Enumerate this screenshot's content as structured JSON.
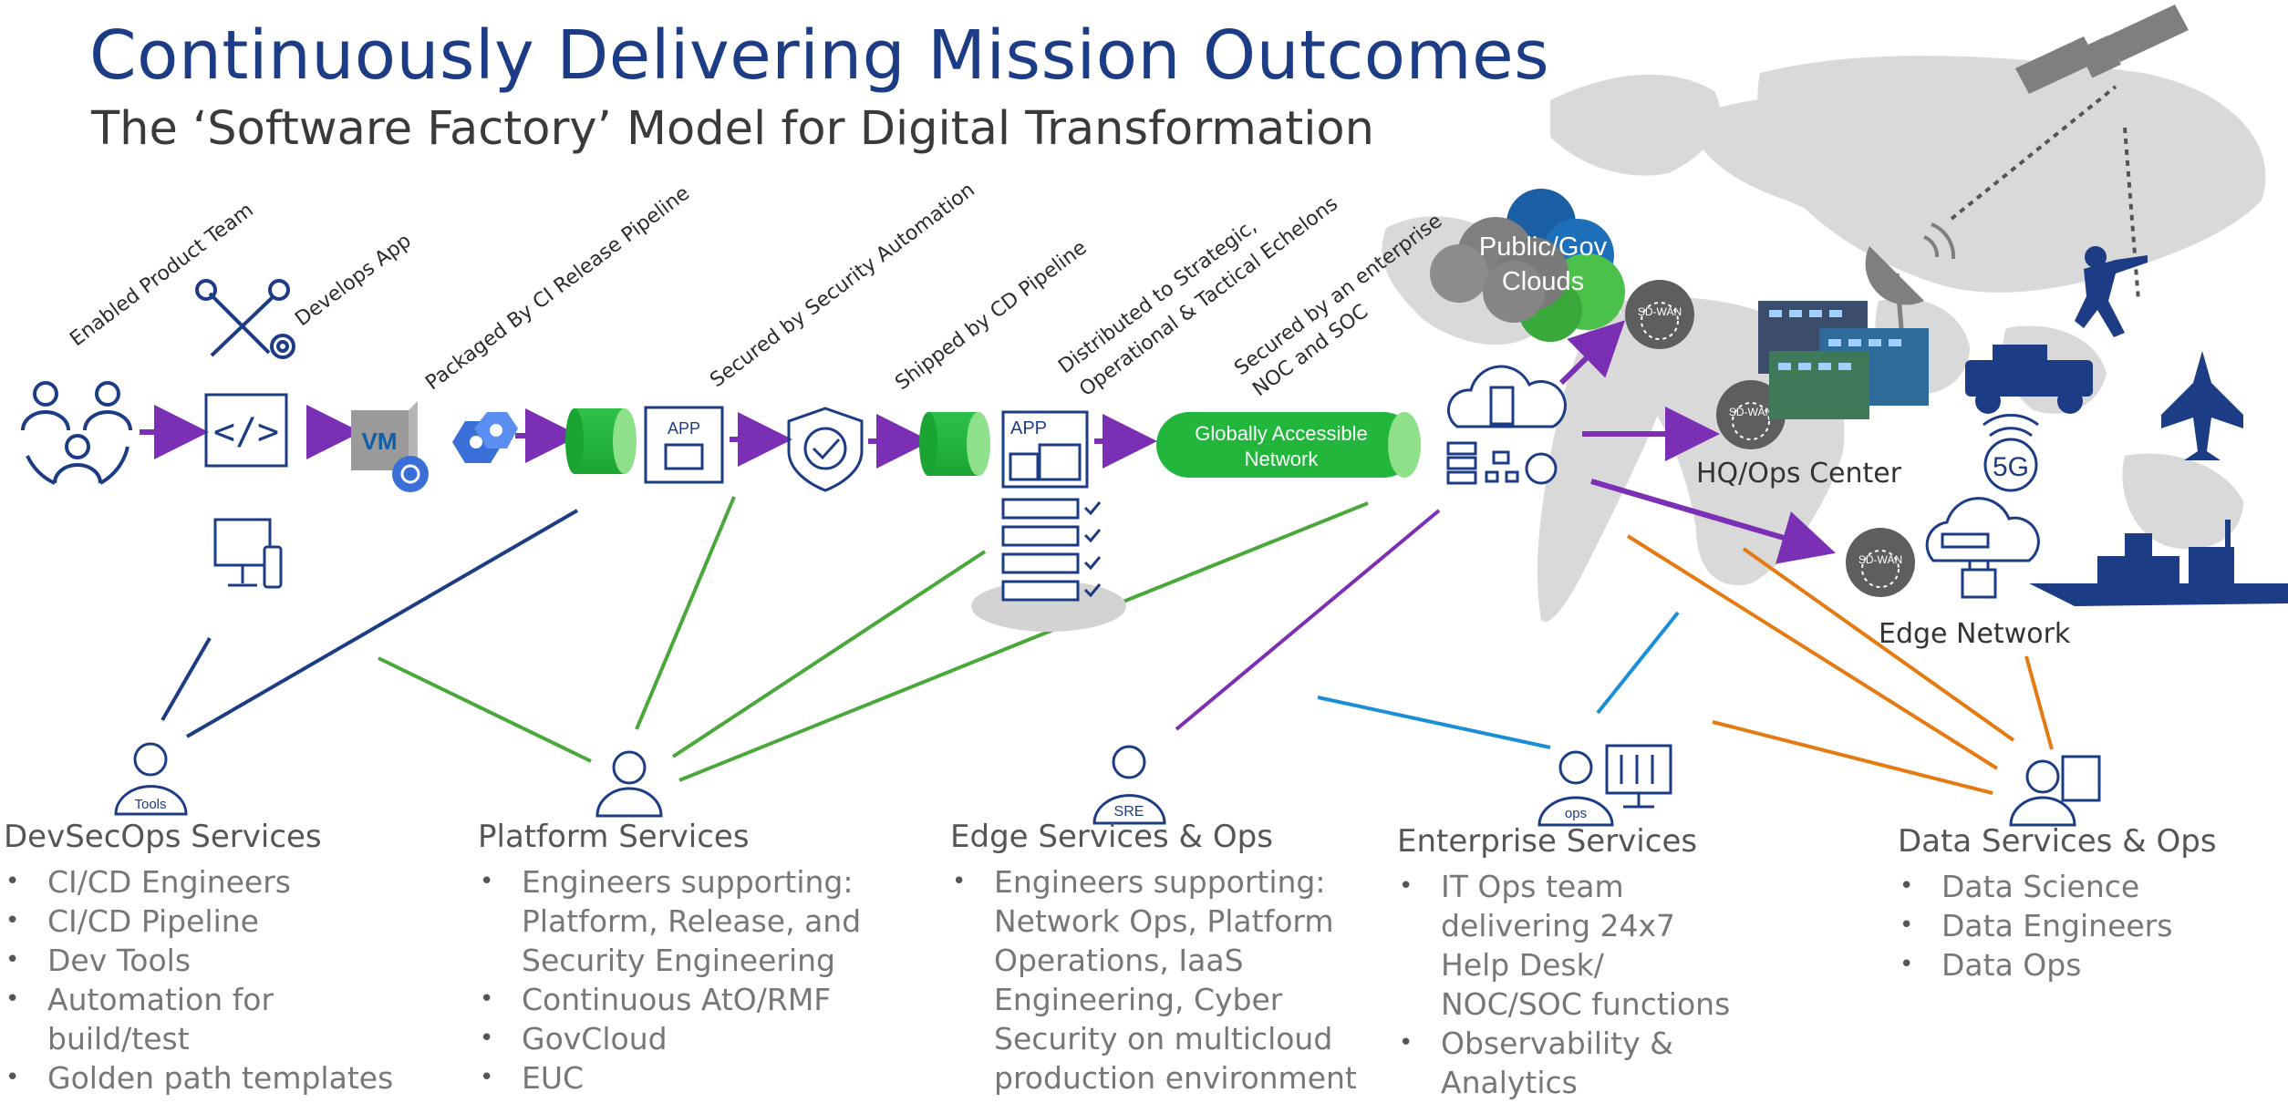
{
  "title": "Continuously Delivering Mission Outcomes",
  "subtitle": "The ‘Software Factory’ Model for Digital Transformation",
  "pipeline_steps": [
    "Enabled Product Team",
    "Develops App",
    "Packaged By CI Release Pipeline",
    "Secured by Security Automation",
    "Shipped by CD Pipeline",
    "Distributed to Strategic,",
    "Operational & Tactical Echelons",
    "Secured by an enterprise",
    "NOC and SOC"
  ],
  "icons": {
    "code": "</>",
    "vm": "VM",
    "app1": "APP",
    "app2": "APP",
    "network": "Globally Accessible",
    "network2": "Network",
    "sdwan": "SD-WAN",
    "fiveg": "5G",
    "tools": "Tools",
    "sre": "SRE",
    "ops": "ops"
  },
  "locations": {
    "clouds_line1": "Public/Gov",
    "clouds_line2": "Clouds",
    "hq": "HQ/Ops Center",
    "edge": "Edge Network"
  },
  "colors": {
    "navy": "#1d3c86",
    "purple": "#7b2fb5",
    "green": "#4aa83a",
    "blue": "#1b8fd6",
    "orange": "#e57a12",
    "map": "#d9d9d9"
  },
  "services": [
    {
      "title": "DevSecOps Services",
      "items": [
        "CI/CD Engineers",
        "CI/CD Pipeline",
        "Dev Tools",
        "Automation for build/test",
        "Golden path templates"
      ]
    },
    {
      "title": "Platform Services",
      "items": [
        "Engineers supporting: Platform, Release, and Security Engineering",
        "Continuous AtO/RMF",
        "GovCloud",
        "EUC"
      ]
    },
    {
      "title": "Edge Services & Ops",
      "items": [
        "Engineers supporting: Network Ops, Platform Operations, IaaS Engineering, Cyber Security on multicloud production environment"
      ]
    },
    {
      "title": "Enterprise Services",
      "items": [
        "IT Ops team delivering 24x7 Help Desk/ NOC/SOC functions",
        "Observability & Analytics"
      ]
    },
    {
      "title": "Data Services & Ops",
      "items": [
        "Data Science",
        "Data Engineers",
        "Data Ops"
      ]
    }
  ]
}
